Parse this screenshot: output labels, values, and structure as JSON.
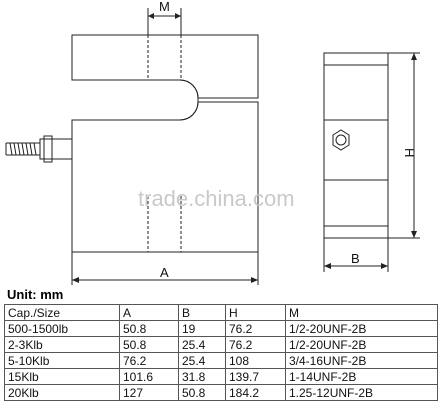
{
  "drawing": {
    "dim_m": "M",
    "dim_a": "A",
    "dim_h": "H",
    "dim_b": "B",
    "watermark": "trade.china.com"
  },
  "unit_label": "Unit: mm",
  "table": {
    "headers": [
      "Cap./Size",
      "A",
      "B",
      "H",
      "M"
    ],
    "rows": [
      [
        "500-1500lb",
        "50.8",
        "19",
        "76.2",
        "1/2-20UNF-2B"
      ],
      [
        "2-3Klb",
        "50.8",
        "25.4",
        "76.2",
        "1/2-20UNF-2B"
      ],
      [
        "5-10Klb",
        "76.2",
        "25.4",
        "108",
        "3/4-16UNF-2B"
      ],
      [
        "15Klb",
        "101.6",
        "31.8",
        "139.7",
        "1-14UNF-2B"
      ],
      [
        "20Klb",
        "127",
        "50.8",
        "184.2",
        "1.25-12UNF-2B"
      ]
    ]
  }
}
